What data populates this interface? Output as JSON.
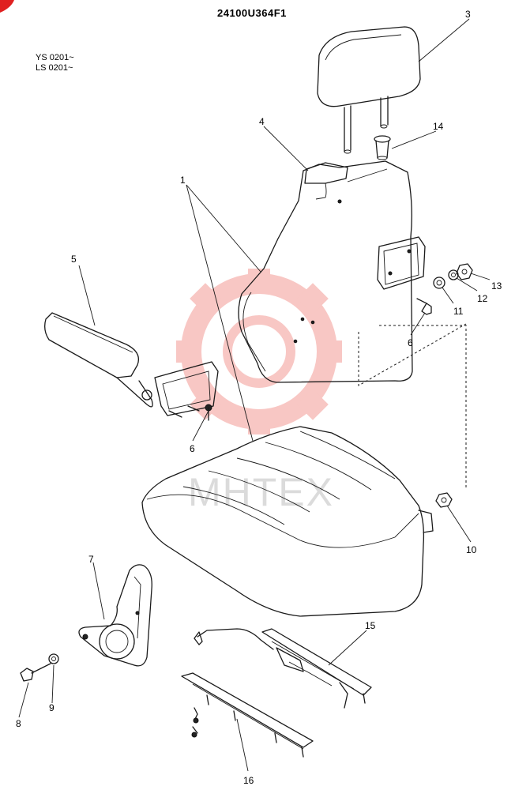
{
  "header": {
    "part_number": "24100U364F1",
    "serial_line_1": "YS 0201~",
    "serial_line_2": "LS 0201~"
  },
  "watermark": {
    "text": "MHTEX",
    "color": "#e8382e"
  },
  "callouts": {
    "c1": "1",
    "c3": "3",
    "c4": "4",
    "c5": "5",
    "c6a": "6",
    "c6b": "6",
    "c7": "7",
    "c8": "8",
    "c9": "9",
    "c10": "10",
    "c11": "11",
    "c12": "12",
    "c13": "13",
    "c14": "14",
    "c15": "15",
    "c16": "16"
  },
  "parts": [
    {
      "id": "1",
      "kind": "seat-assembly"
    },
    {
      "id": "3",
      "kind": "headrest"
    },
    {
      "id": "4",
      "kind": "backrest-top-pad"
    },
    {
      "id": "5",
      "kind": "armrest"
    },
    {
      "id": "6",
      "kind": "bolt"
    },
    {
      "id": "7",
      "kind": "recline-knob"
    },
    {
      "id": "8",
      "kind": "bolt"
    },
    {
      "id": "9",
      "kind": "washer"
    },
    {
      "id": "10",
      "kind": "nut"
    },
    {
      "id": "11",
      "kind": "washer"
    },
    {
      "id": "12",
      "kind": "spring-washer"
    },
    {
      "id": "13",
      "kind": "nut"
    },
    {
      "id": "14",
      "kind": "headrest-guide"
    },
    {
      "id": "15",
      "kind": "slide-rail-with-lever"
    },
    {
      "id": "16",
      "kind": "slide-rail"
    }
  ]
}
